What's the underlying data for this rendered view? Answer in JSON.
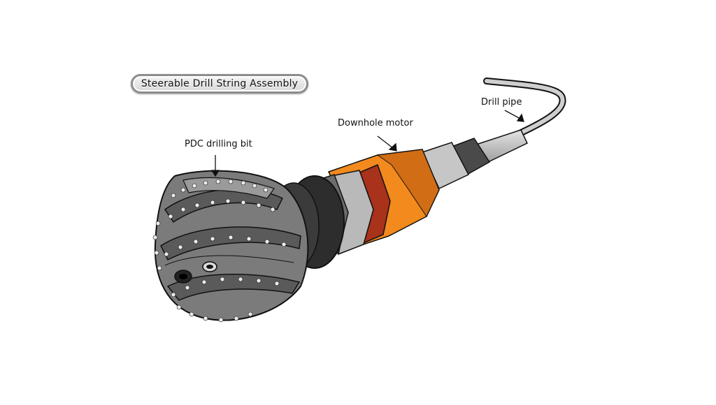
{
  "title": "Steerable Drill String Assembly",
  "labels": {
    "drill_bit": "PDC drilling bit",
    "motor": "Downhole motor",
    "pipe": "Drill pipe"
  },
  "colors": {
    "bit_body": "#8a8a8a",
    "bit_dark": "#4e4e4e",
    "cutters": "#e8e8e8",
    "motor_orange": "#f28a1e",
    "motor_orange_dark": "#c96612",
    "motor_red": "#a8321a",
    "collar_dark": "#333333",
    "pipe_light": "#c8c8c8",
    "outline": "#111111"
  }
}
